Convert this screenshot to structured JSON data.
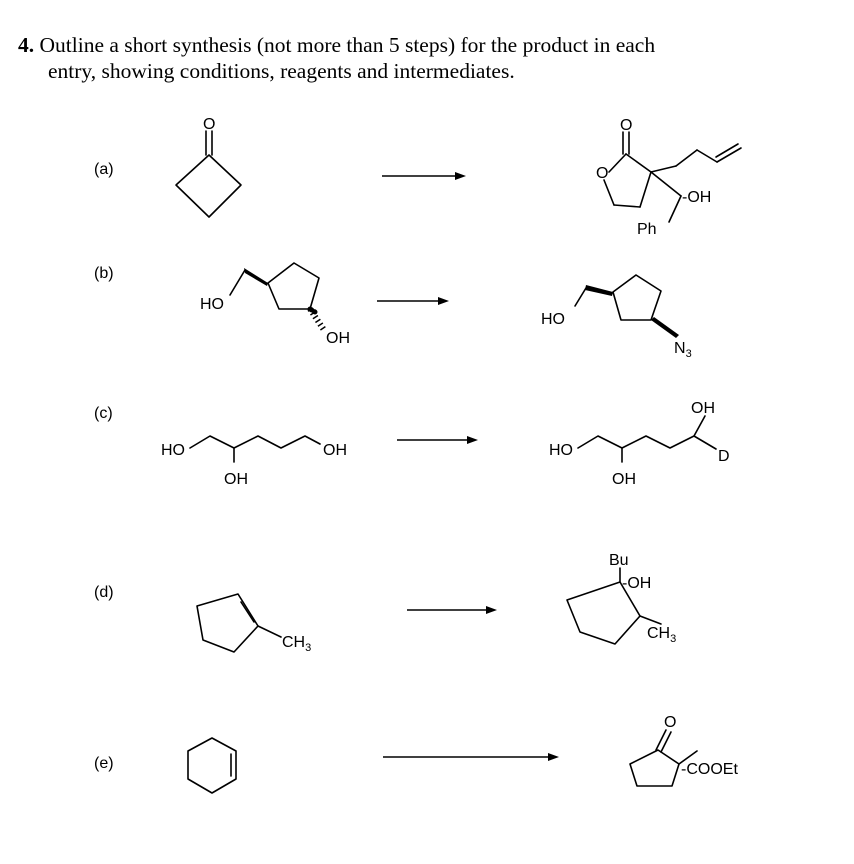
{
  "question": {
    "number": "4.",
    "line1": "Outline a short synthesis (not more than 5 steps) for the product in each",
    "line2": "entry, showing conditions, reagents and intermediates."
  },
  "entries": {
    "a": {
      "label": "(a)",
      "start_O": "O",
      "product_ring_O": "O",
      "product_carbonyl_O": "O",
      "product_OH": "-OH",
      "product_Ph": "Ph"
    },
    "b": {
      "label": "(b)",
      "start_HO": "HO",
      "start_OH": "OH",
      "product_HO": "HO",
      "product_N3": "N",
      "product_N3_sub": "3"
    },
    "c": {
      "label": "(c)",
      "start_HO": "HO",
      "start_OH_mid": "OH",
      "start_OH_end": "OH",
      "product_HO": "HO",
      "product_OH_mid": "OH",
      "product_OH_top": "OH",
      "product_D": "D"
    },
    "d": {
      "label": "(d)",
      "start_CH3": "CH",
      "start_CH3_sub": "3",
      "product_Bu": "Bu",
      "product_OH": "-OH",
      "product_CH3": "CH",
      "product_CH3_sub": "3"
    },
    "e": {
      "label": "(e)",
      "product_O": "O",
      "product_ester": "-COOEt"
    }
  }
}
